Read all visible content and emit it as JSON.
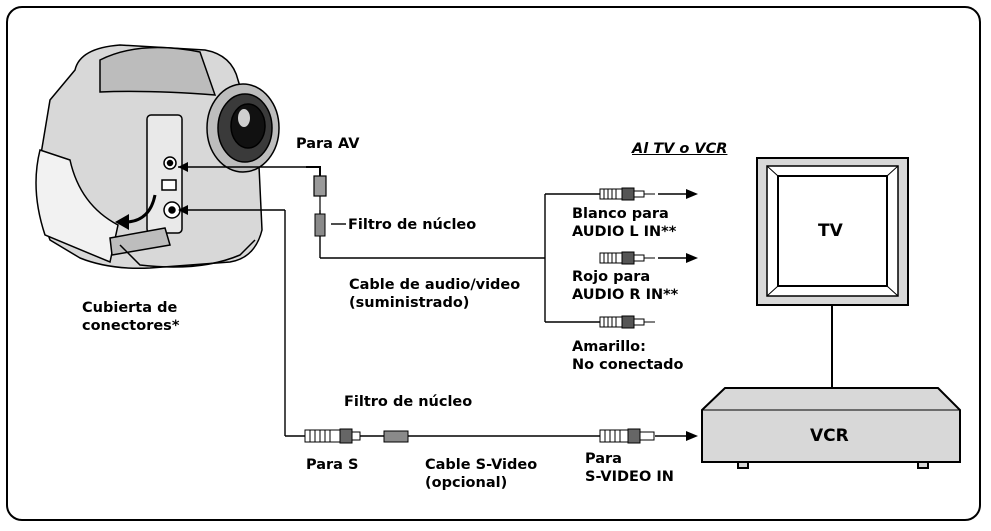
{
  "labels": {
    "para_av": "Para AV",
    "al_tv_vcr": "Al TV o VCR",
    "filtro_1": "Filtro de núcleo",
    "blanco": [
      "Blanco para",
      "AUDIO L IN**"
    ],
    "rojo": [
      "Rojo para",
      "AUDIO R IN**"
    ],
    "amarillo": [
      "Amarillo:",
      "No conectado"
    ],
    "cable_av": [
      "Cable de audio/video",
      "(suministrado)"
    ],
    "cubierta": [
      "Cubierta de",
      "conectores*"
    ],
    "filtro_2": "Filtro de núcleo",
    "para_s": "Para S",
    "cable_s": [
      "Cable S-Video",
      "(opcional)"
    ],
    "para_svideo": [
      "Para",
      "S-VIDEO IN"
    ],
    "tv": "TV",
    "vcr": "VCR"
  },
  "colors": {
    "line": "#000000",
    "device_fill": "#dcdcdc",
    "filter_fill": "#8a8a8a"
  }
}
